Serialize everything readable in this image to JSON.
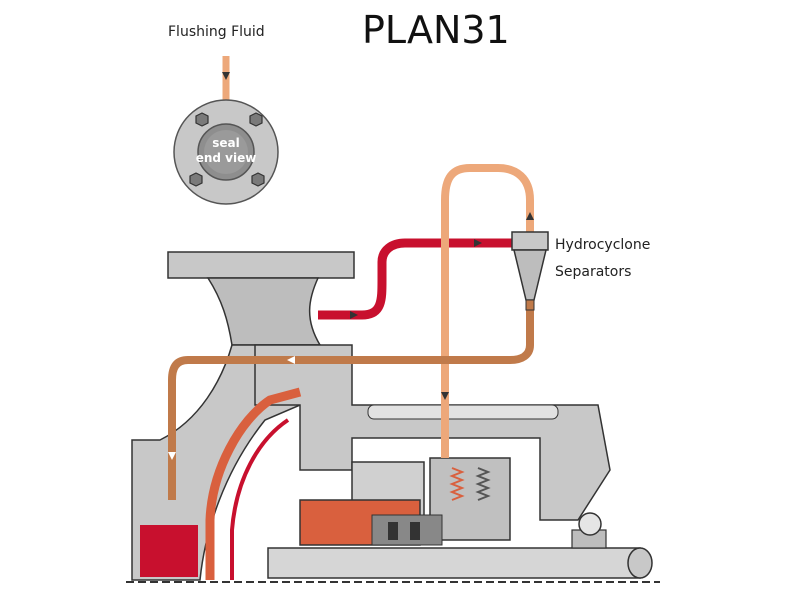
{
  "diagram": {
    "title": "PLAN31",
    "labels": {
      "flushing_fluid": "Flushing Fluid",
      "hydrocyclone_line1": "Hydrocyclone",
      "hydrocyclone_line2": "Separators",
      "seal_line1": "seal",
      "seal_line2": "end view"
    }
  },
  "colors": {
    "process_red": "#c8102e",
    "clean_flush_orange": "#eda87a",
    "dirty_return_brown": "#c07a4a",
    "metal_gray": "#c8c8c8",
    "dark_outline": "#333333",
    "seal_face_red": "#d9603e"
  }
}
